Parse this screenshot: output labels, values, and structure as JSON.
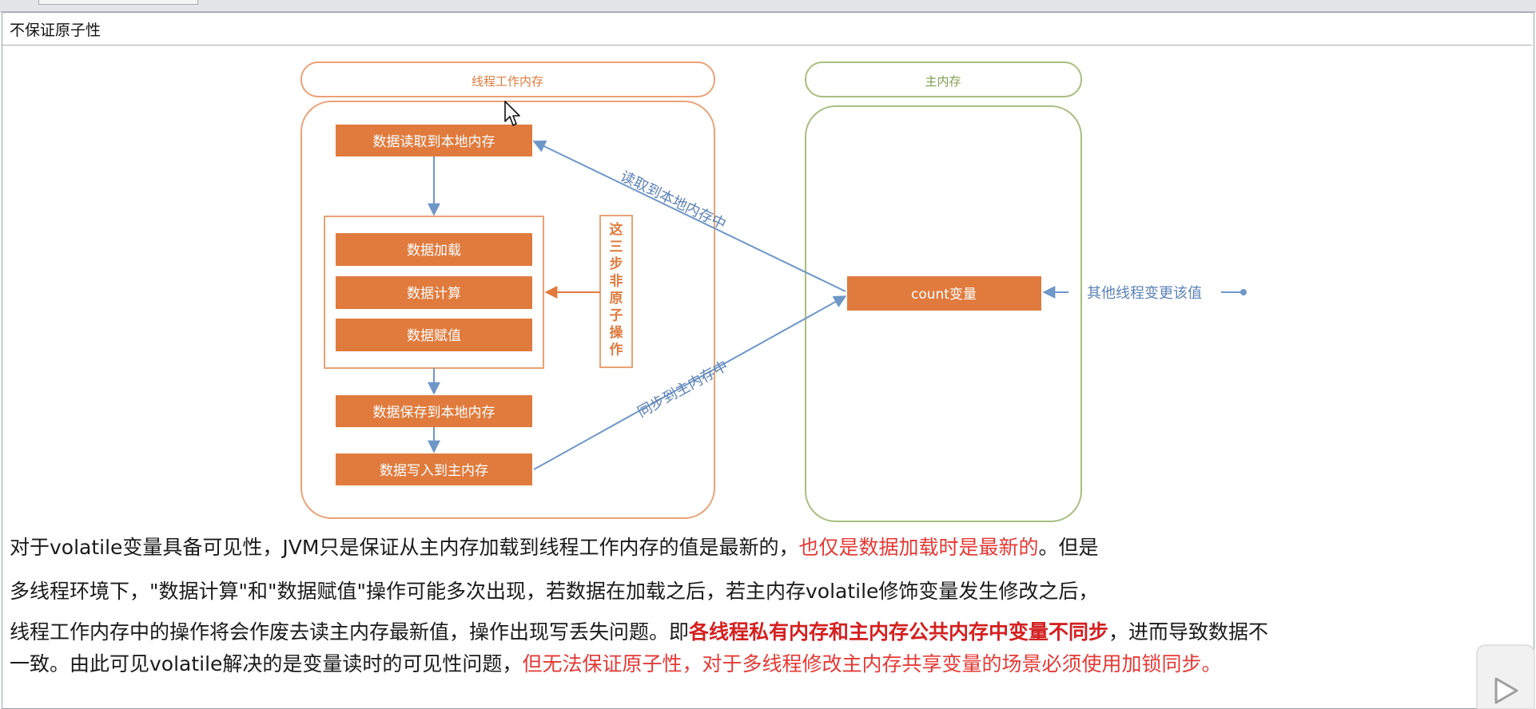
{
  "document": {
    "title": "不保证原子性"
  },
  "diagram": {
    "left_panel_header": "线程工作内存",
    "right_panel_header": "主内存",
    "steps": {
      "read_to_local": "数据读取到本地内存",
      "load": "数据加载",
      "compute": "数据计算",
      "assign": "数据赋值",
      "save_local": "数据保存到本地内存",
      "write_main": "数据写入到主内存"
    },
    "non_atomic_note": "这三步非原子操作",
    "count_variable": "count变量",
    "read_arrow_label": "读取到本地内存中",
    "sync_arrow_label": "同步到主内存中",
    "other_thread_label": "其他线程变更该值",
    "colors": {
      "orange": "#e07b3d",
      "panel_border": "#eaa276",
      "green_border": "#a7be7f",
      "arrow_blue": "#6e97c8"
    }
  },
  "paragraph": {
    "line1_a": "对于volatile变量具备可见性，JVM只是保证从主内存加载到线程工作内存的值是最新的，",
    "line1_red": "也仅是数据加载时是最新的",
    "line1_b": "。但是",
    "line2": "多线程环境下，\"数据计算\"和\"数据赋值\"操作可能多次出现，若数据在加载之后，若主内存volatile修饰变量发生修改之后，",
    "line3_a": "线程工作内存中的操作将会作废去读主内存最新值，操作出现写丢失问题。即",
    "line3_red_bold": "各线程私有内存和主内存公共内存中变量不同步",
    "line3_b": "，进而导致数据不",
    "line4_a": "一致。由此可见volatile解决的是变量读时的可见性问题，",
    "line4_red": "但无法保证原子性，对于多线程修改主内存共享变量的场景必须使用加锁同步。"
  }
}
